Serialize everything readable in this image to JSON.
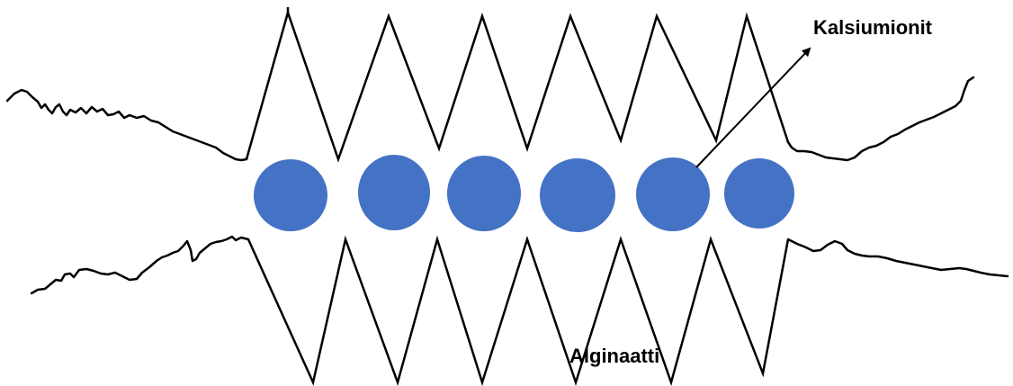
{
  "labels": {
    "calcium_ions": "Kalsiumionit",
    "alginate": "Alginaatti"
  },
  "colors": {
    "ion_fill": "#4472c4",
    "line": "#000000",
    "background": "#ffffff"
  },
  "counts": {
    "calcium_ions": 6
  }
}
